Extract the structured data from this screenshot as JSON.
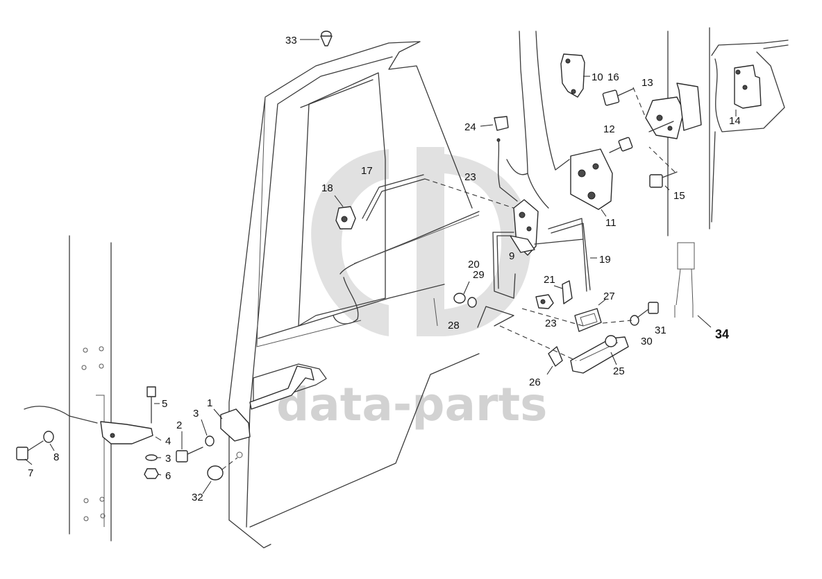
{
  "watermark": {
    "text": "data-parts",
    "color": "#c6c6c6"
  },
  "callouts": [
    {
      "id": "c33",
      "text": "33"
    },
    {
      "id": "c10",
      "text": "10"
    },
    {
      "id": "c16",
      "text": "16"
    },
    {
      "id": "c13",
      "text": "13"
    },
    {
      "id": "c14",
      "text": "14"
    },
    {
      "id": "c24",
      "text": "24"
    },
    {
      "id": "c12",
      "text": "12"
    },
    {
      "id": "c17",
      "text": "17"
    },
    {
      "id": "c23a",
      "text": "23"
    },
    {
      "id": "c18",
      "text": "18"
    },
    {
      "id": "c15",
      "text": "15"
    },
    {
      "id": "c11",
      "text": "11"
    },
    {
      "id": "c20",
      "text": "20"
    },
    {
      "id": "c9",
      "text": "9"
    },
    {
      "id": "c19",
      "text": "19"
    },
    {
      "id": "c29",
      "text": "29"
    },
    {
      "id": "c21",
      "text": "21"
    },
    {
      "id": "c27",
      "text": "27"
    },
    {
      "id": "c28",
      "text": "28"
    },
    {
      "id": "c23b",
      "text": "23"
    },
    {
      "id": "c30",
      "text": "30"
    },
    {
      "id": "c31",
      "text": "31"
    },
    {
      "id": "c34",
      "text": "34"
    },
    {
      "id": "c25",
      "text": "25"
    },
    {
      "id": "c26",
      "text": "26"
    },
    {
      "id": "c5",
      "text": "5"
    },
    {
      "id": "c1",
      "text": "1"
    },
    {
      "id": "c3a",
      "text": "3"
    },
    {
      "id": "c2",
      "text": "2"
    },
    {
      "id": "c4",
      "text": "4"
    },
    {
      "id": "c8",
      "text": "8"
    },
    {
      "id": "c3b",
      "text": "3"
    },
    {
      "id": "c6",
      "text": "6"
    },
    {
      "id": "c7",
      "text": "7"
    },
    {
      "id": "c32",
      "text": "32"
    }
  ]
}
